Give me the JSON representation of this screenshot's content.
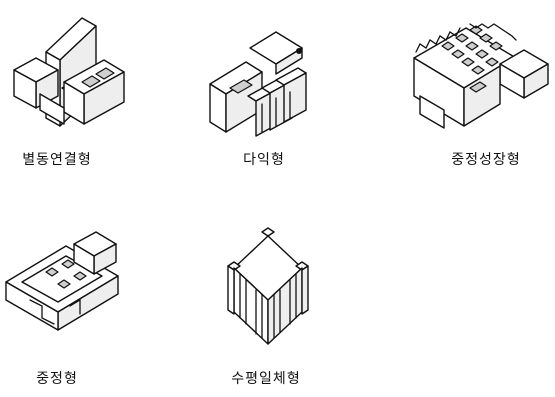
{
  "captions": {
    "separate_connected": "별동연결형",
    "multi_wing": "다익형",
    "courtyard_growth": "중정성장형",
    "courtyard": "중정형",
    "horizontal_integrated": "수평일체형"
  }
}
